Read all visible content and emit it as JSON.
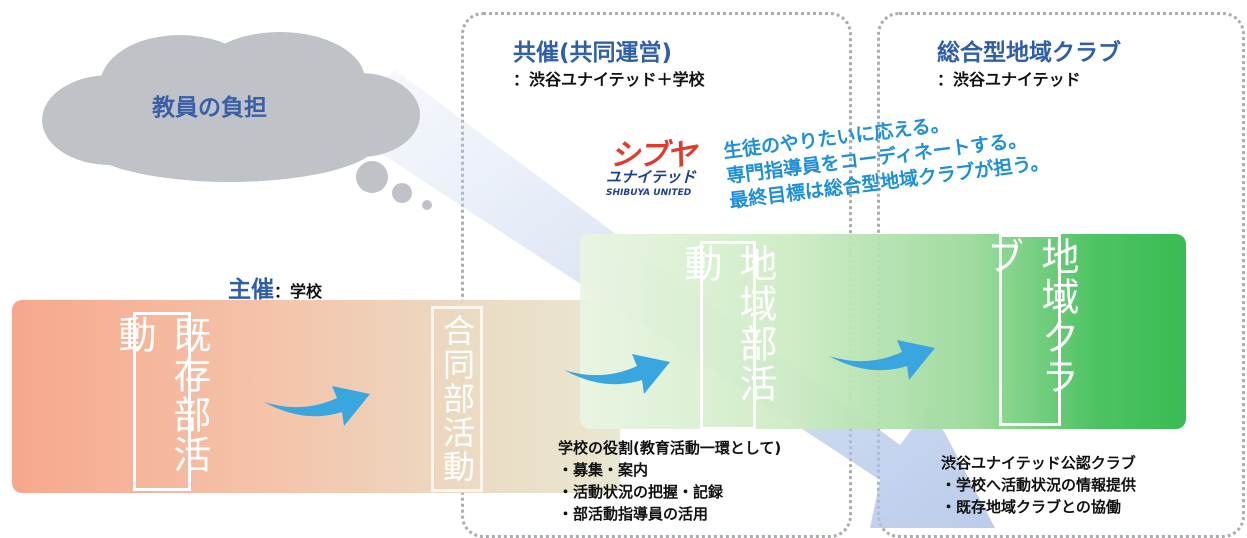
{
  "cloud": {
    "label": "教員の負担"
  },
  "sections": {
    "host": {
      "title": "主催",
      "subtitle": "：学校"
    },
    "cohost": {
      "title": "共催(共同運営)",
      "subtitle": "：渋谷ユナイテッド＋学校"
    },
    "club": {
      "title": "総合型地域クラブ",
      "subtitle": "：渋谷ユナイテッド"
    }
  },
  "logo": {
    "mark": "シブヤ",
    "katakana": "ユナイテッド",
    "english": "SHIBUYA UNITED"
  },
  "tagline": [
    "生徒のやりたいに応える。",
    "専門指導員をコーディネートする。",
    "最終目標は総合型地域クラブが担う。"
  ],
  "stages": [
    {
      "label": "既存部活動"
    },
    {
      "label": "合同部活動"
    },
    {
      "label": "地域部活動"
    },
    {
      "label": "地域クラブ"
    }
  ],
  "school_role": {
    "heading": "学校の役割(教育活動一環として)",
    "items": [
      "・募集・案内",
      "・活動状況の把握・記録",
      "・部活動指導員の活用"
    ]
  },
  "club_role": {
    "heading": "渋谷ユナイテッド公認クラブ",
    "items": [
      "・学校へ活動状況の情報提供",
      "・既存地域クラブとの協働"
    ]
  },
  "colors": {
    "title_blue": "#2f5fa6",
    "tagline_blue": "#1f8fd8",
    "orange_band": "#f5a889",
    "green_band": "#2fb84a",
    "arrow_blue": "#3aa6e0",
    "logo_red": "#e03a2d",
    "logo_navy": "#1d3f8f"
  }
}
